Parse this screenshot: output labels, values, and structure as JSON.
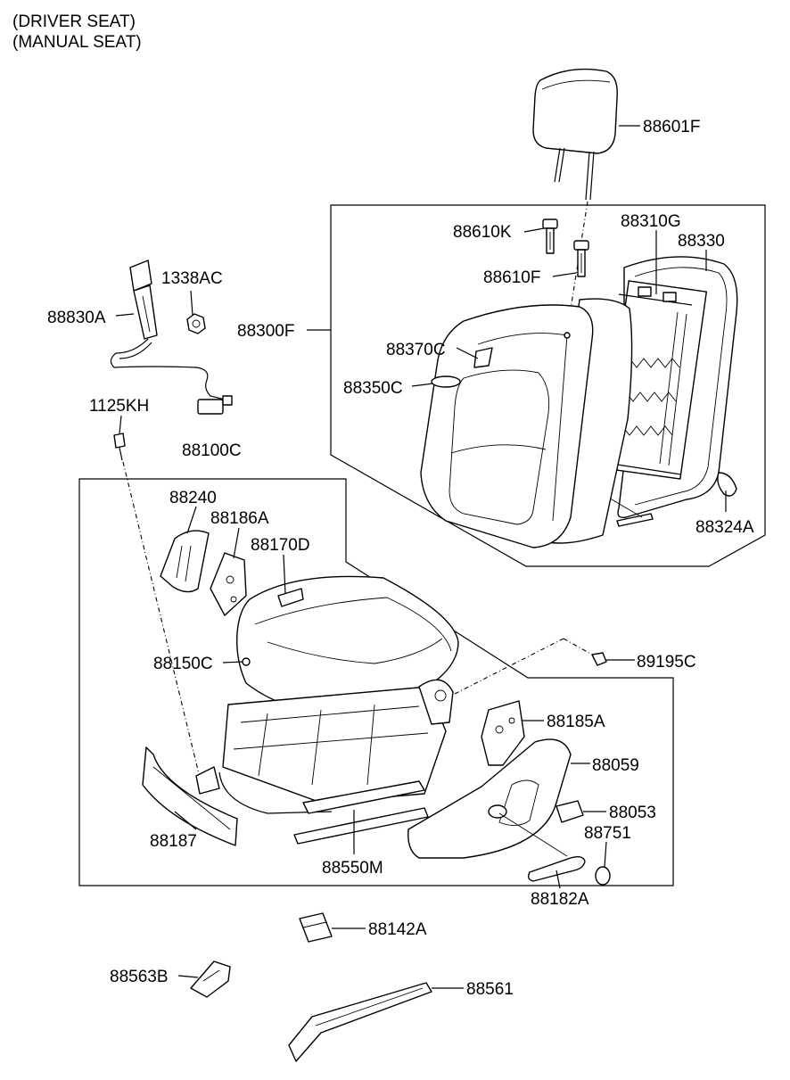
{
  "header": {
    "line1": "(DRIVER SEAT)",
    "line2": "(MANUAL SEAT)"
  },
  "labels": {
    "p88601F": "88601F",
    "p88610K": "88610K",
    "p88610F": "88610F",
    "p88310G": "88310G",
    "p88330": "88330",
    "p88300F": "88300F",
    "p88370C": "88370C",
    "p88350C": "88350C",
    "p88324A": "88324A",
    "p1338AC": "1338AC",
    "p88830A": "88830A",
    "p1125KH": "1125KH",
    "p88100C": "88100C",
    "p88240": "88240",
    "p88186A": "88186A",
    "p88170D": "88170D",
    "p88150C": "88150C",
    "p89195C": "89195C",
    "p88185A": "88185A",
    "p88059": "88059",
    "p88053": "88053",
    "p88751": "88751",
    "p88187": "88187",
    "p88550M": "88550M",
    "p88182A": "88182A",
    "p88142A": "88142A",
    "p88563B": "88563B",
    "p88561": "88561"
  }
}
